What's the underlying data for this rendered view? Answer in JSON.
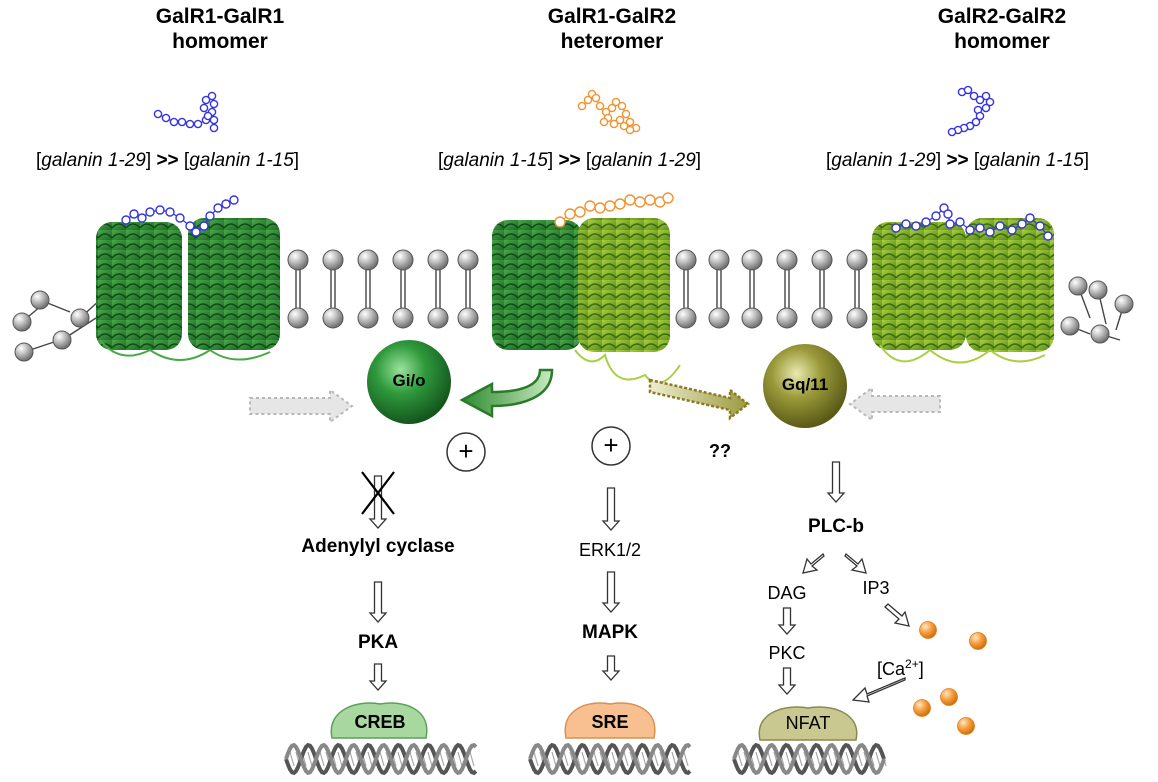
{
  "receptors": {
    "left": {
      "title_line1": "GalR1-GalR1",
      "title_line2": "homomer"
    },
    "middle": {
      "title_line1": "GalR1-GalR2",
      "title_line2": "heteromer"
    },
    "right": {
      "title_line1": "GalR2-GalR2",
      "title_line2": "homomer"
    }
  },
  "ligand_order": {
    "left": {
      "a": "galanin 1-29",
      "op": ">>",
      "b": "galanin 1-15"
    },
    "middle": {
      "a": "galanin 1-15",
      "op": ">>",
      "b": "galanin 1-29"
    },
    "right": {
      "a": "galanin 1-29",
      "op": ">>",
      "b": "galanin 1-15"
    }
  },
  "g_proteins": {
    "gio": "Gi/o",
    "gq11": "Gq/11"
  },
  "plus_symbol": "+",
  "unknown": "??",
  "pathways": {
    "left": {
      "step1": "Adenylyl cyclase",
      "step2": "PKA",
      "target": "CREB"
    },
    "middle": {
      "step1": "ERK1/2",
      "step2": "MAPK",
      "target": "SRE"
    },
    "right": {
      "step1": "PLC-b",
      "dag": "DAG",
      "ip3": "IP3",
      "pkc": "PKC",
      "calcium_base": "[Ca",
      "calcium_sup": "2+",
      "calcium_end": "]",
      "target": "NFAT"
    }
  },
  "colors": {
    "dark_green": "#2e8a3a",
    "light_green": "#7fb52a",
    "gq_olive": "#8a8a30",
    "ligand_blue": "#3a3ae0",
    "ligand_orange": "#f7a040",
    "lipid_gray": "#b0b0b0",
    "creb_fill": "#a8d8a0",
    "sre_fill": "#f8c090",
    "nfat_fill": "#c8c890"
  }
}
